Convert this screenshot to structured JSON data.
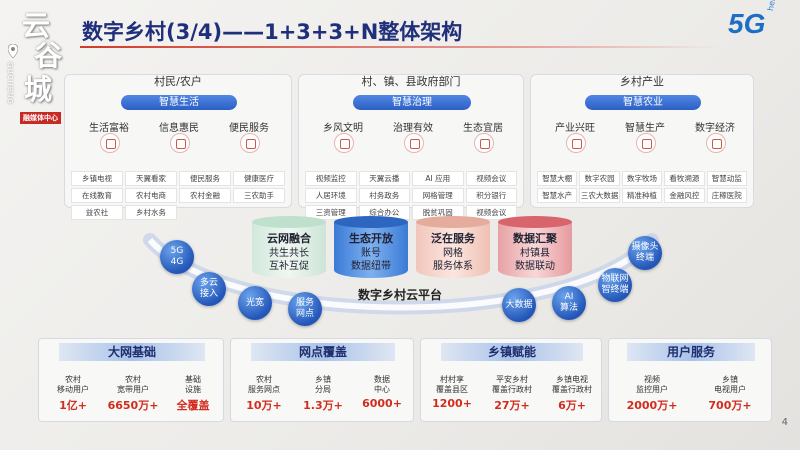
{
  "title": "数字乡村(3/4)——1+3+3+N整体架构",
  "page_number": "4",
  "watermark": {
    "char1": "云",
    "char2": "谷",
    "char3": "城",
    "side": "GUCHENG",
    "tag": "融媒体中心"
  },
  "logo": {
    "main": "5G",
    "sub": "hello"
  },
  "groups": [
    {
      "header": "村民/农户",
      "pill": "智慧生活",
      "items": [
        "生活富裕",
        "信息惠民",
        "便民服务"
      ],
      "cells": [
        "乡镇电视",
        "天翼看家",
        "便民服务",
        "健康医疗",
        "在线教育",
        "农村电商",
        "农村金融",
        "三农助手",
        "益农社",
        "乡村水务"
      ]
    },
    {
      "header": "村、镇、县政府部门",
      "pill": "智慧治理",
      "items": [
        "乡风文明",
        "治理有效",
        "生态宜居"
      ],
      "cells": [
        "视频监控",
        "天翼云播",
        "AI 应用",
        "视频会议",
        "人居环境",
        "村务政务",
        "网格管理",
        "积分银行",
        "三资管理",
        "综合办公",
        "脱贫巩固",
        "视频会议"
      ]
    },
    {
      "header": "乡村产业",
      "pill": "智慧农业",
      "items": [
        "产业兴旺",
        "智慧生产",
        "数字经济"
      ],
      "cells": [
        "智慧大棚",
        "数字农园",
        "数字牧场",
        "看牧溯源",
        "智慧动监",
        "智慧水产",
        "三农大数据",
        "精准种植",
        "金融风控",
        "庄稼医院"
      ]
    }
  ],
  "cylinders": [
    {
      "l1": "云网融合",
      "l2": "共生共长",
      "l3": "互补互促"
    },
    {
      "l1": "生态开放",
      "l2": "账号",
      "l3": "数据纽带"
    },
    {
      "l1": "泛在服务",
      "l2": "网格",
      "l3": "服务体系"
    },
    {
      "l1": "数据汇聚",
      "l2": "村镇县",
      "l3": "数据联动"
    }
  ],
  "bubbles": [
    {
      "l1": "5G",
      "l2": "4G"
    },
    {
      "l1": "多云",
      "l2": "接入"
    },
    {
      "l1": "光宽",
      "l2": ""
    },
    {
      "l1": "服务",
      "l2": "网点"
    },
    {
      "l1": "大数据",
      "l2": ""
    },
    {
      "l1": "AI",
      "l2": "算法"
    },
    {
      "l1": "物联网",
      "l2": "智终端"
    },
    {
      "l1": "摄像头",
      "l2": "终端"
    }
  ],
  "platform": "数字乡村云平台",
  "panels": [
    {
      "title": "大网基础",
      "items": [
        {
          "l1": "农村",
          "l2": "移动用户",
          "value": "1亿+"
        },
        {
          "l1": "农村",
          "l2": "宽带用户",
          "value": "6650万+"
        },
        {
          "l1": "基础",
          "l2": "设施",
          "value": "全覆盖"
        }
      ]
    },
    {
      "title": "网点覆盖",
      "items": [
        {
          "l1": "农村",
          "l2": "服务网点",
          "value": "10万+"
        },
        {
          "l1": "乡镇",
          "l2": "分局",
          "value": "1.3万+"
        },
        {
          "l1": "数据",
          "l2": "中心",
          "value": "6000+"
        }
      ]
    },
    {
      "title": "乡镇赋能",
      "items": [
        {
          "l1": "村村享",
          "l2": "覆盖县区",
          "value": "1200+"
        },
        {
          "l1": "平安乡村",
          "l2": "覆盖行政村",
          "value": "27万+"
        },
        {
          "l1": "乡镇电视",
          "l2": "覆盖行政村",
          "value": "6万+"
        }
      ]
    },
    {
      "title": "用户服务",
      "items": [
        {
          "l1": "视频",
          "l2": "监控用户",
          "value": "2000万+"
        },
        {
          "l1": "乡镇",
          "l2": "电视用户",
          "value": "700万+"
        }
      ]
    }
  ]
}
